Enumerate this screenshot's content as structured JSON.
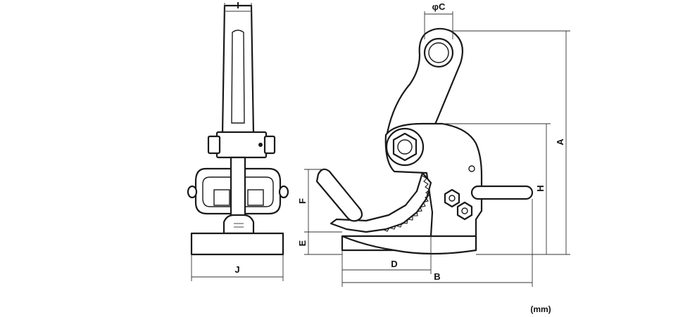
{
  "dimension_labels": {
    "A": "A",
    "B": "B",
    "C": "φC",
    "D": "D",
    "E": "E",
    "F": "F",
    "H": "H",
    "I": "I",
    "J": "J"
  },
  "unit_label": "(mm)",
  "colors": {
    "line": "#1a1a1a",
    "paper": "#ffffff"
  }
}
